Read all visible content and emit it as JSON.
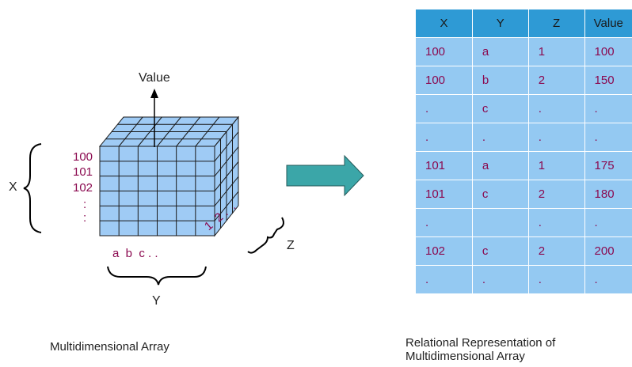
{
  "cube": {
    "value_label": "Value",
    "x_label": "X",
    "y_label": "Y",
    "z_label": "Z",
    "x_rows": [
      "100",
      "101",
      "102"
    ],
    "x_dots": ":",
    "y_cols": "a  b  c . .",
    "z_depth": "1  2 .  ."
  },
  "colors": {
    "cube_face": "#9fcbf5",
    "header": "#2e9ad5",
    "cell": "#94c9f2",
    "cell_text": "#8b0a50",
    "arrow": "#3ba6a8"
  },
  "table": {
    "headers": [
      "X",
      "Y",
      "Z",
      "Value"
    ],
    "rows": [
      [
        "100",
        "a",
        "1",
        "100"
      ],
      [
        "100",
        "b",
        "2",
        "150"
      ],
      [
        ".",
        "c",
        ".",
        "."
      ],
      [
        ".",
        ".",
        ".",
        "."
      ],
      [
        "101",
        "a",
        "1",
        "175"
      ],
      [
        "101",
        "c",
        "2",
        "180"
      ],
      [
        ".",
        "",
        ".",
        "."
      ],
      [
        "102",
        "c",
        "2",
        "200"
      ],
      [
        ".",
        ".",
        ".",
        "."
      ]
    ]
  },
  "captions": {
    "left": "Multidimensional Array",
    "right_line1": "Relational Representation of",
    "right_line2": "Multidimensional Array"
  }
}
